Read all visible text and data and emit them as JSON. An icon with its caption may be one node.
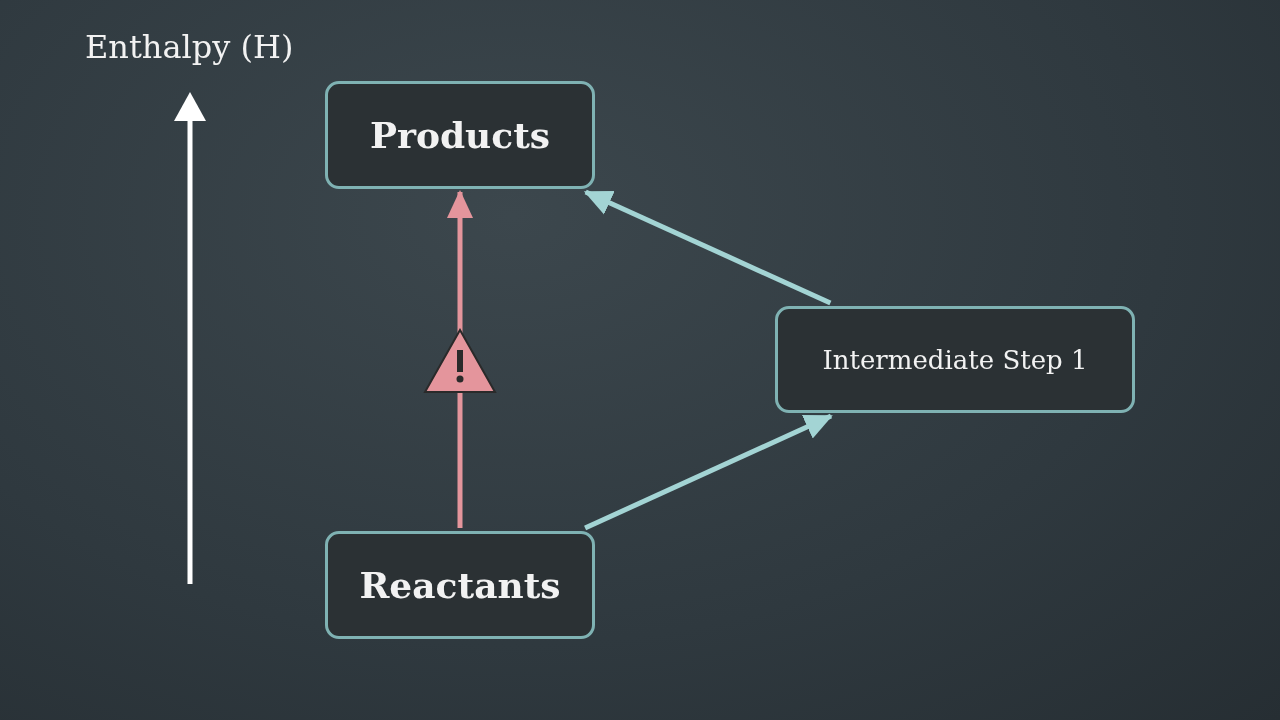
{
  "diagram": {
    "nodes": [
      {
        "text": [
          "Products"
        ]
      },
      {
        "text": [
          "Intermediate Step 1"
        ]
      },
      {
        "text": [
          "Reactants"
        ]
      }
    ],
    "edges": [
      {
        "from": 2,
        "to": 0,
        "arrow": "to",
        "color": "#e4959c"
      },
      {
        "from": 2,
        "to": 1,
        "arrow": "to"
      },
      {
        "from": 1,
        "to": 0,
        "arrow": "to"
      }
    ],
    "labels": [
      "Enthalpy (H)"
    ]
  }
}
